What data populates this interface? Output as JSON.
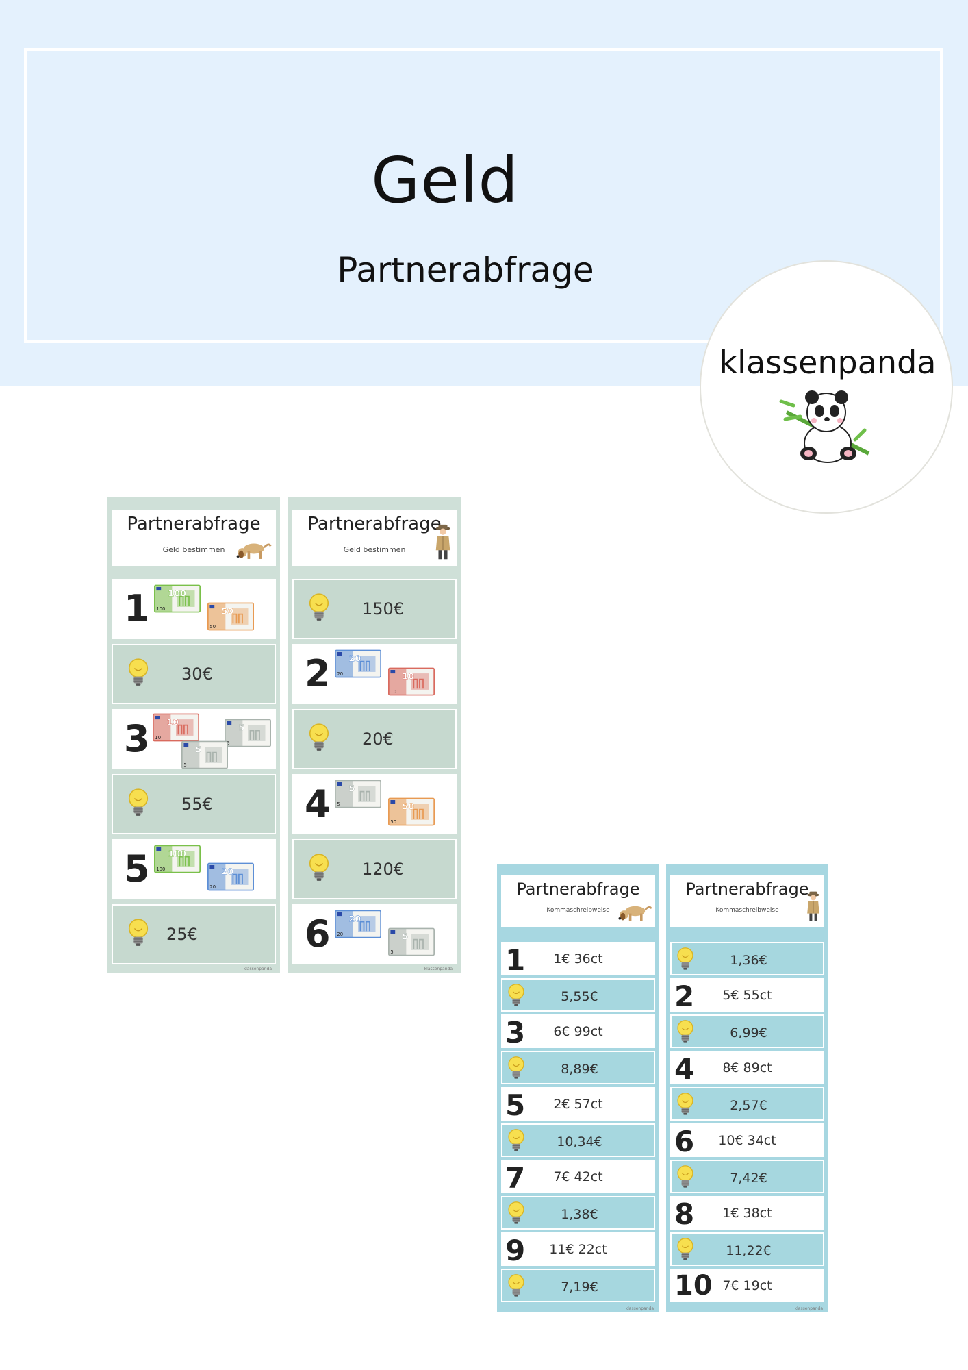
{
  "cover": {
    "title": "Geld",
    "subtitle": "Partnerabfrage",
    "brand": "klassenpanda"
  },
  "colors": {
    "hero_bg": "#e4f1fd",
    "sheet_green": "#cfe0d8",
    "cell_green": "#c6d9cf",
    "sheet_blue": "#a7d7e1",
    "cell_blue": "#a6d7df"
  },
  "money_sheets": [
    {
      "title": "Partnerabfrage",
      "subtitle": "Geld bestimmen",
      "icon": "dog-icon",
      "footer": "klassenpanda",
      "cells": [
        {
          "type": "question",
          "num": "1",
          "notes": [
            "100",
            "50"
          ]
        },
        {
          "type": "answer",
          "value": "30€"
        },
        {
          "type": "question",
          "num": "3",
          "notes": [
            "10",
            "5",
            "5"
          ]
        },
        {
          "type": "answer",
          "value": "55€"
        },
        {
          "type": "question",
          "num": "5",
          "notes": [
            "100",
            "20"
          ]
        },
        {
          "type": "answer",
          "value": "25€"
        }
      ]
    },
    {
      "title": "Partnerabfrage",
      "subtitle": "Geld bestimmen",
      "icon": "detective-icon",
      "footer": "klassenpanda",
      "cells": [
        {
          "type": "answer",
          "value": "150€"
        },
        {
          "type": "question",
          "num": "2",
          "notes": [
            "20",
            "10"
          ]
        },
        {
          "type": "answer",
          "value": "20€"
        },
        {
          "type": "question",
          "num": "4",
          "notes": [
            "5",
            "50"
          ]
        },
        {
          "type": "answer",
          "value": "120€"
        },
        {
          "type": "question",
          "num": "6",
          "notes": [
            "20",
            "5"
          ]
        }
      ]
    }
  ],
  "comma_sheets": [
    {
      "title": "Partnerabfrage",
      "subtitle": "Kommaschreibweise",
      "icon": "dog-icon",
      "footer": "klassenpanda",
      "rows": [
        {
          "type": "question",
          "num": "1",
          "value": "1€ 36ct"
        },
        {
          "type": "answer",
          "value": "5,55€"
        },
        {
          "type": "question",
          "num": "3",
          "value": "6€ 99ct"
        },
        {
          "type": "answer",
          "value": "8,89€"
        },
        {
          "type": "question",
          "num": "5",
          "value": "2€ 57ct"
        },
        {
          "type": "answer",
          "value": "10,34€"
        },
        {
          "type": "question",
          "num": "7",
          "value": "7€ 42ct"
        },
        {
          "type": "answer",
          "value": "1,38€"
        },
        {
          "type": "question",
          "num": "9",
          "value": "11€ 22ct"
        },
        {
          "type": "answer",
          "value": "7,19€"
        }
      ]
    },
    {
      "title": "Partnerabfrage",
      "subtitle": "Kommaschreibweise",
      "icon": "detective-icon",
      "footer": "klassenpanda",
      "rows": [
        {
          "type": "answer",
          "value": "1,36€"
        },
        {
          "type": "question",
          "num": "2",
          "value": "5€ 55ct"
        },
        {
          "type": "answer",
          "value": "6,99€"
        },
        {
          "type": "question",
          "num": "4",
          "value": "8€ 89ct"
        },
        {
          "type": "answer",
          "value": "2,57€"
        },
        {
          "type": "question",
          "num": "6",
          "value": "10€ 34ct"
        },
        {
          "type": "answer",
          "value": "7,42€"
        },
        {
          "type": "question",
          "num": "8",
          "value": "1€ 38ct"
        },
        {
          "type": "answer",
          "value": "11,22€"
        },
        {
          "type": "question",
          "num": "10",
          "value": "7€ 19ct"
        }
      ]
    }
  ]
}
